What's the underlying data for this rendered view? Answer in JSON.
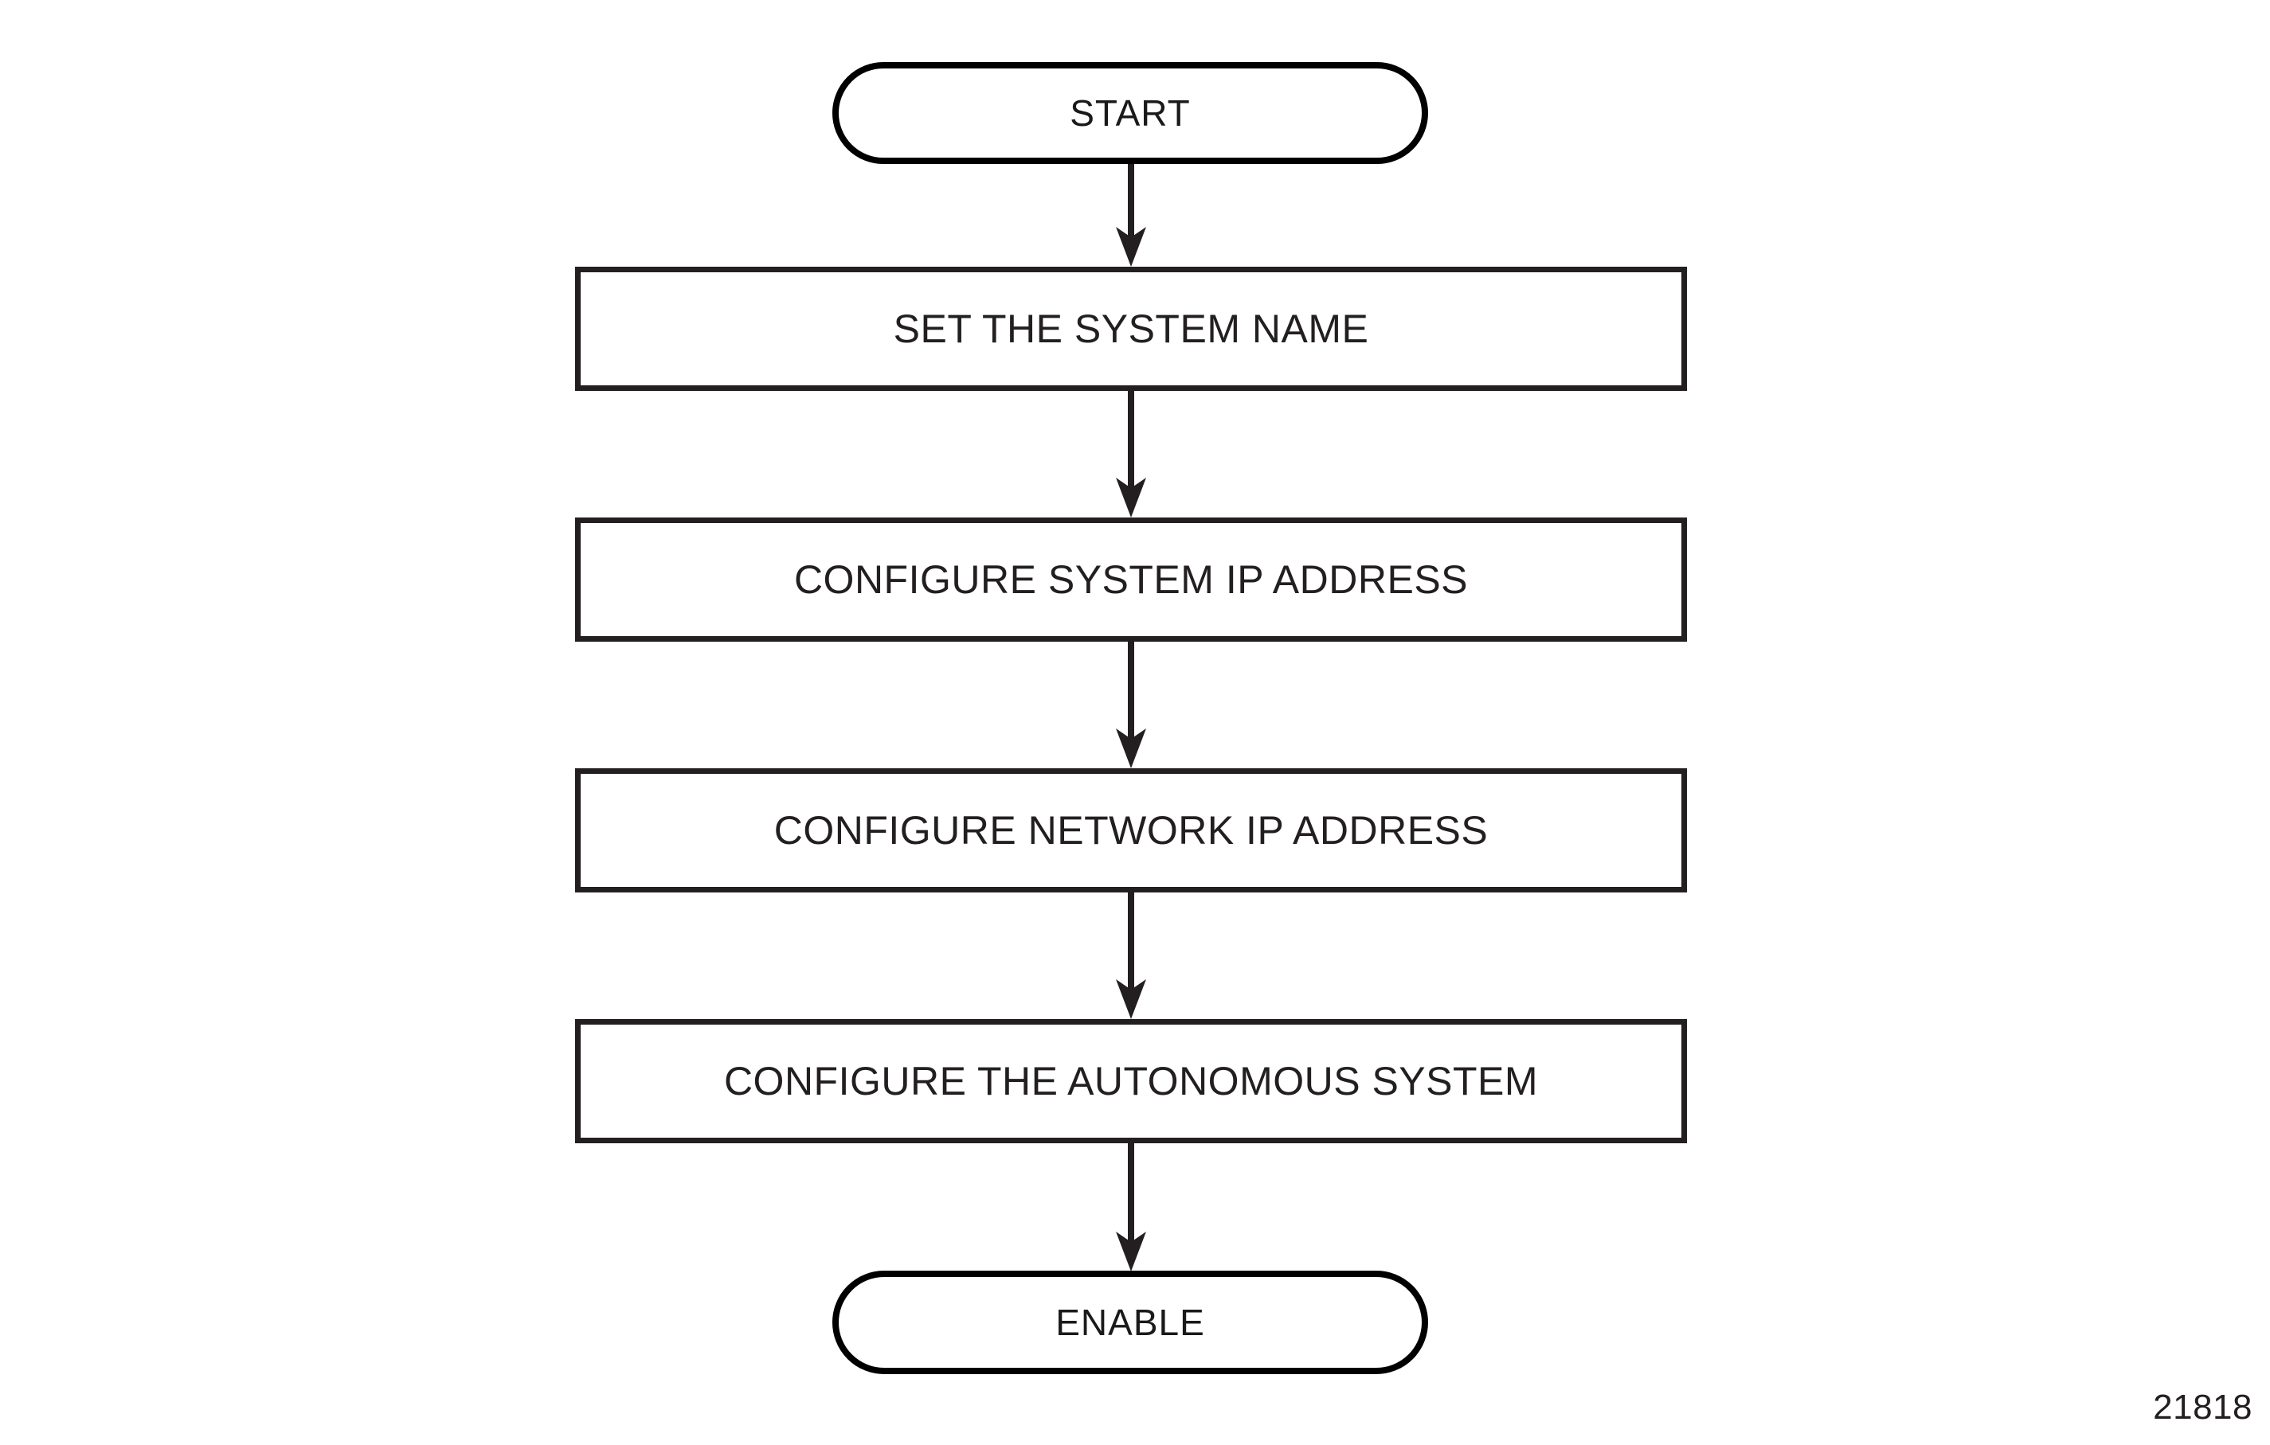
{
  "diagram": {
    "type": "flowchart",
    "orientation": "vertical",
    "background_color": "#ffffff",
    "stroke_color": "#231f20",
    "text_color": "#231f20",
    "figure_number": "21818",
    "nodes": [
      {
        "id": "start",
        "shape": "terminator",
        "label": "START"
      },
      {
        "id": "step1",
        "shape": "process",
        "label": "SET THE SYSTEM NAME"
      },
      {
        "id": "step2",
        "shape": "process",
        "label": "CONFIGURE SYSTEM IP ADDRESS"
      },
      {
        "id": "step3",
        "shape": "process",
        "label": "CONFIGURE NETWORK IP ADDRESS"
      },
      {
        "id": "step4",
        "shape": "process",
        "label": "CONFIGURE THE AUTONOMOUS SYSTEM"
      },
      {
        "id": "enable",
        "shape": "terminator",
        "label": "ENABLE"
      }
    ],
    "edges": [
      {
        "from": "start",
        "to": "step1",
        "style": "solid-arrow-down",
        "label": ""
      },
      {
        "from": "step1",
        "to": "step2",
        "style": "solid-arrow-down",
        "label": ""
      },
      {
        "from": "step2",
        "to": "step3",
        "style": "solid-arrow-down",
        "label": ""
      },
      {
        "from": "step3",
        "to": "step4",
        "style": "solid-arrow-down",
        "label": ""
      },
      {
        "from": "step4",
        "to": "enable",
        "style": "solid-arrow-down",
        "label": ""
      }
    ]
  }
}
